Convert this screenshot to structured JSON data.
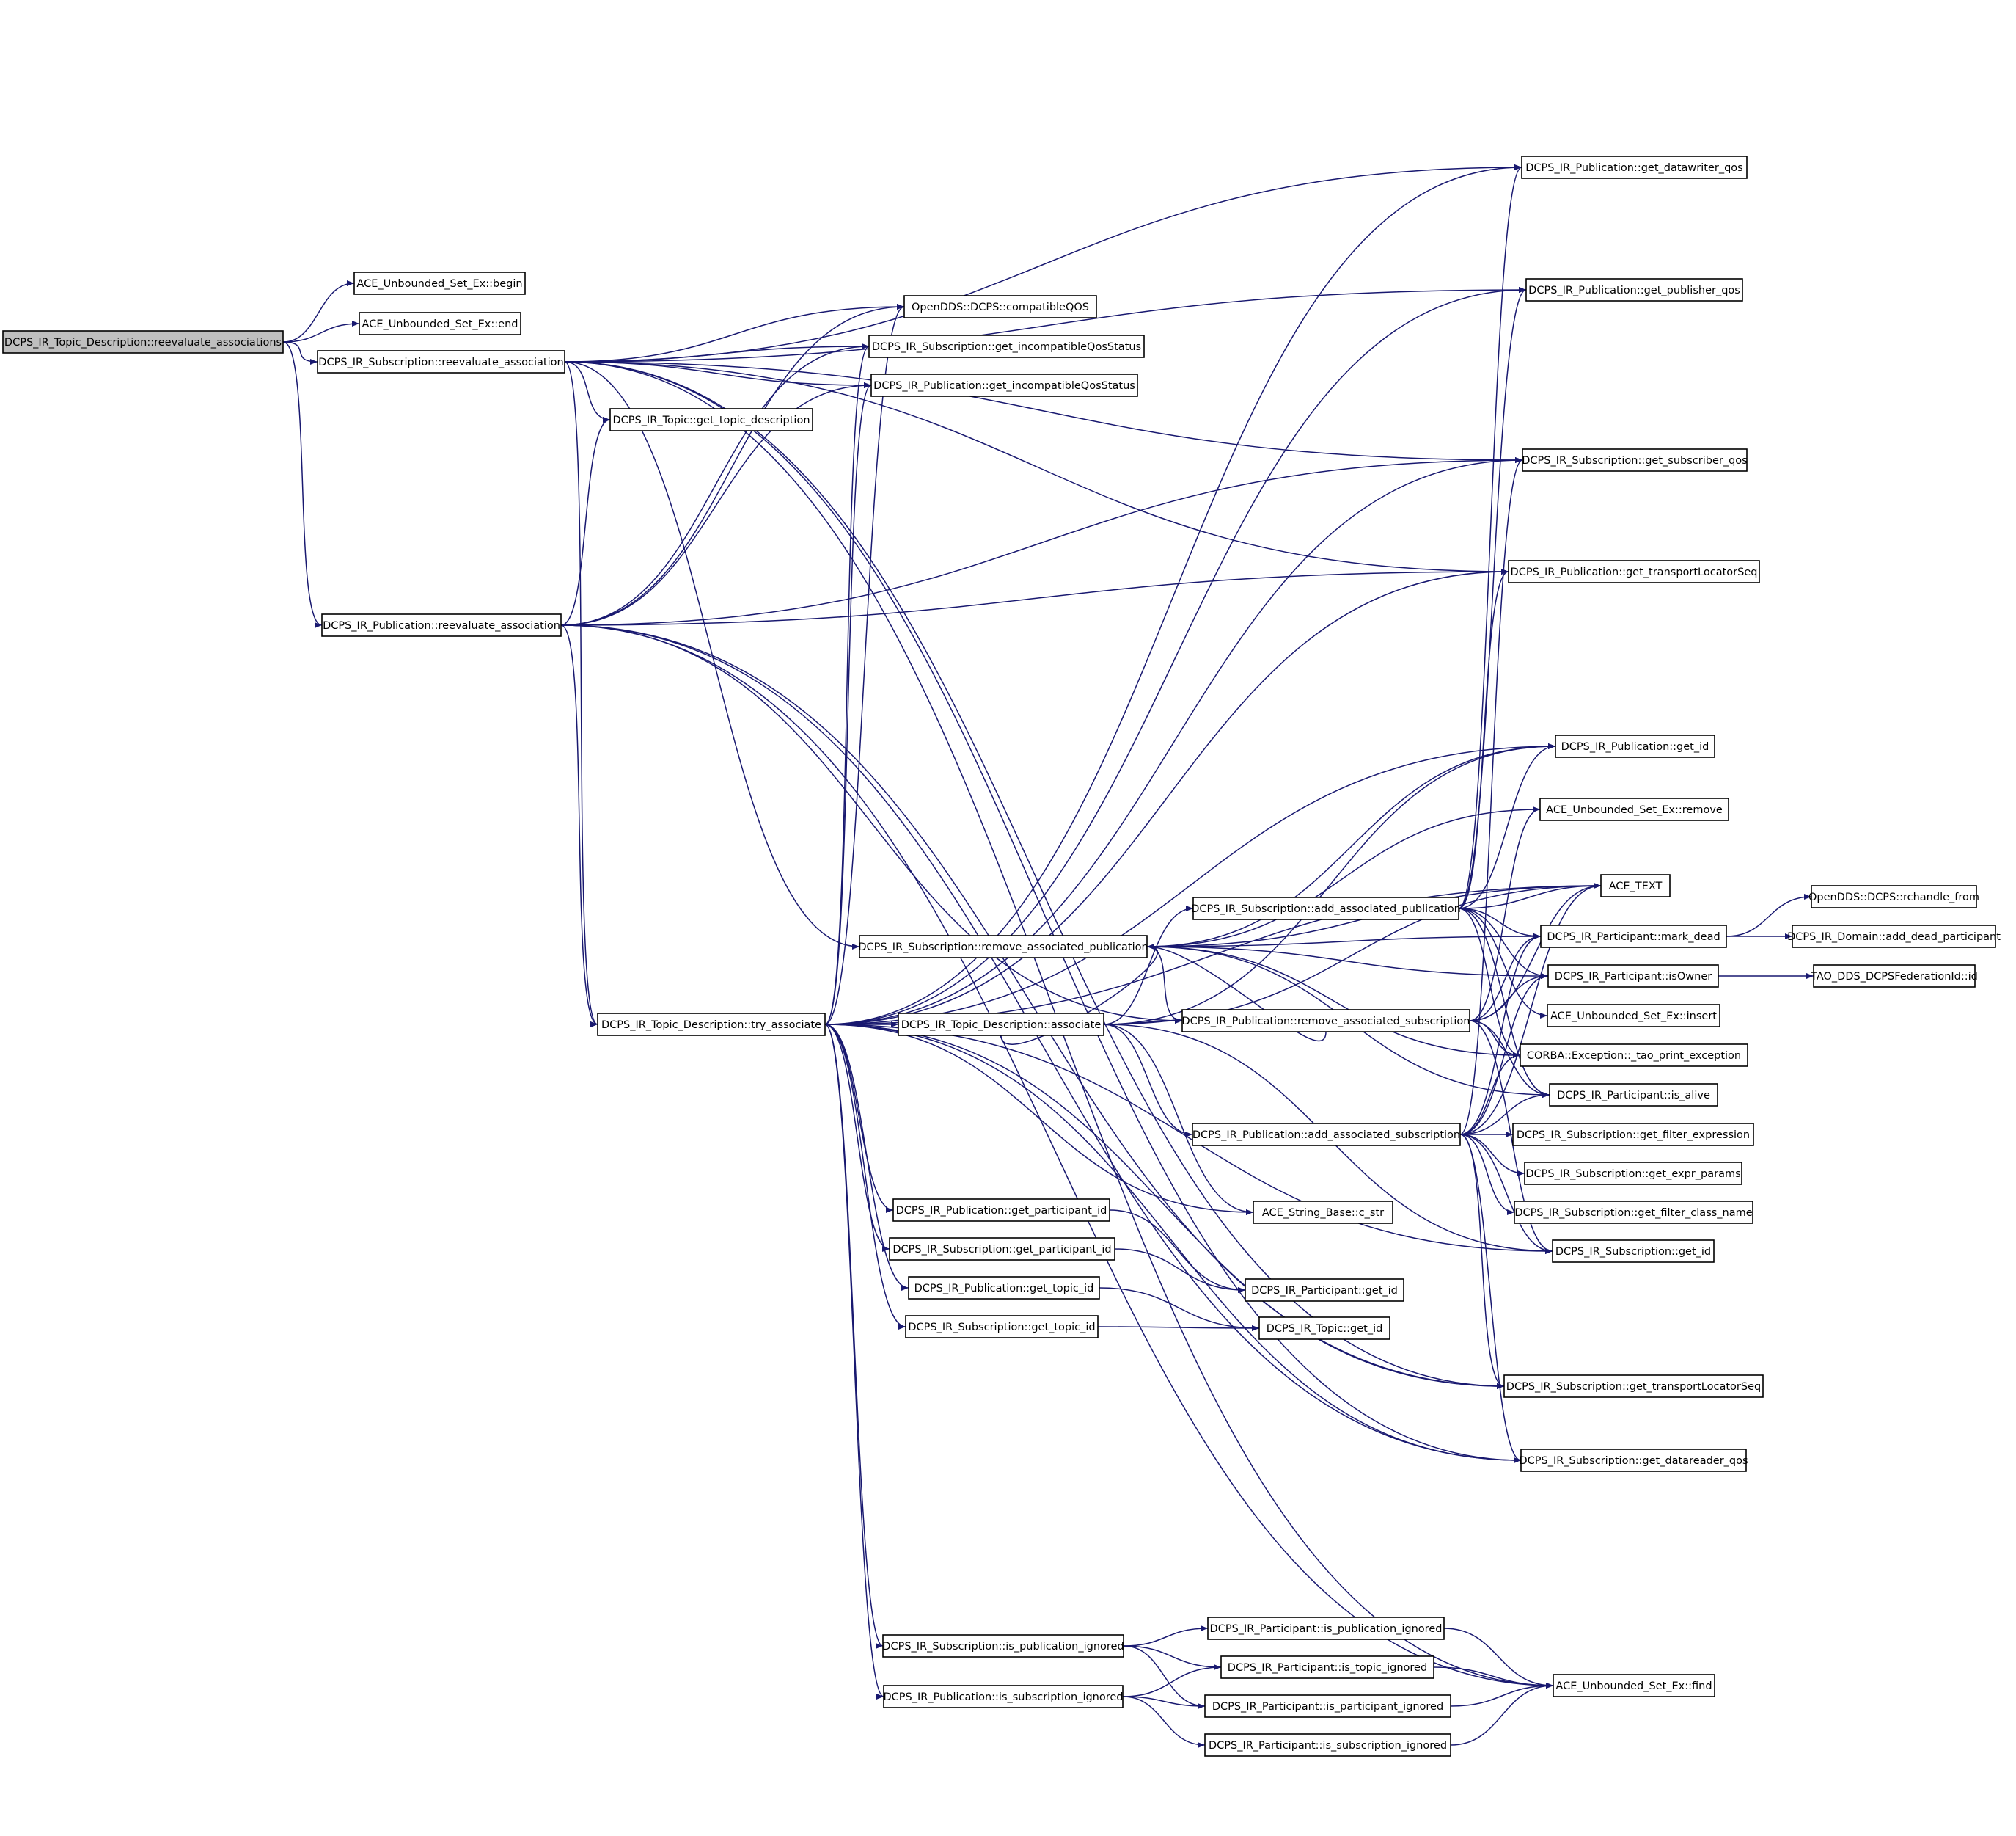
{
  "diagram": {
    "type": "call-graph",
    "colors": {
      "edge": "#191970",
      "node_border": "#000000",
      "node_fill": "#ffffff",
      "root_fill": "#bfbfbf"
    },
    "nodes": [
      {
        "id": "root",
        "label": "DCPS_IR_Topic_Description::reevaluate_associations",
        "root": true
      },
      {
        "id": "begin",
        "label": "ACE_Unbounded_Set_Ex::begin"
      },
      {
        "id": "end",
        "label": "ACE_Unbounded_Set_Ex::end"
      },
      {
        "id": "sub_reeval",
        "label": "DCPS_IR_Subscription::reevaluate_association"
      },
      {
        "id": "pub_reeval",
        "label": "DCPS_IR_Publication::reevaluate_association"
      },
      {
        "id": "compatQOS",
        "label": "OpenDDS::DCPS::compatibleQOS"
      },
      {
        "id": "sub_incompat",
        "label": "DCPS_IR_Subscription::get_incompatibleQosStatus"
      },
      {
        "id": "pub_incompat",
        "label": "DCPS_IR_Publication::get_incompatibleQosStatus"
      },
      {
        "id": "topic_desc",
        "label": "DCPS_IR_Topic::get_topic_description"
      },
      {
        "id": "try_assoc",
        "label": "DCPS_IR_Topic_Description::try_associate"
      },
      {
        "id": "td_assoc",
        "label": "DCPS_IR_Topic_Description::associate"
      },
      {
        "id": "sub_rem_pub",
        "label": "DCPS_IR_Subscription::remove_associated_publication"
      },
      {
        "id": "sub_add_pub",
        "label": "DCPS_IR_Subscription::add_associated_publication"
      },
      {
        "id": "pub_rem_sub",
        "label": "DCPS_IR_Publication::remove_associated_subscription"
      },
      {
        "id": "pub_add_sub",
        "label": "DCPS_IR_Publication::add_associated_subscription"
      },
      {
        "id": "pub_part_id",
        "label": "DCPS_IR_Publication::get_participant_id"
      },
      {
        "id": "sub_part_id",
        "label": "DCPS_IR_Subscription::get_participant_id"
      },
      {
        "id": "pub_topic_id",
        "label": "DCPS_IR_Publication::get_topic_id"
      },
      {
        "id": "sub_topic_id",
        "label": "DCPS_IR_Subscription::get_topic_id"
      },
      {
        "id": "cstr",
        "label": "ACE_String_Base::c_str"
      },
      {
        "id": "part_get_id",
        "label": "DCPS_IR_Participant::get_id"
      },
      {
        "id": "topic_get_id",
        "label": "DCPS_IR_Topic::get_id"
      },
      {
        "id": "sub_pub_ign",
        "label": "DCPS_IR_Subscription::is_publication_ignored"
      },
      {
        "id": "pub_sub_ign",
        "label": "DCPS_IR_Publication::is_subscription_ignored"
      },
      {
        "id": "p_pub_ign",
        "label": "DCPS_IR_Participant::is_publication_ignored"
      },
      {
        "id": "p_topic_ign",
        "label": "DCPS_IR_Participant::is_topic_ignored"
      },
      {
        "id": "p_part_ign",
        "label": "DCPS_IR_Participant::is_participant_ignored"
      },
      {
        "id": "p_sub_ign",
        "label": "DCPS_IR_Participant::is_subscription_ignored"
      },
      {
        "id": "find",
        "label": "ACE_Unbounded_Set_Ex::find"
      },
      {
        "id": "dw_qos",
        "label": "DCPS_IR_Publication::get_datawriter_qos"
      },
      {
        "id": "pubr_qos",
        "label": "DCPS_IR_Publication::get_publisher_qos"
      },
      {
        "id": "subr_qos",
        "label": "DCPS_IR_Subscription::get_subscriber_qos"
      },
      {
        "id": "pub_tls",
        "label": "DCPS_IR_Publication::get_transportLocatorSeq"
      },
      {
        "id": "pub_id",
        "label": "DCPS_IR_Publication::get_id"
      },
      {
        "id": "set_remove",
        "label": "ACE_Unbounded_Set_Ex::remove"
      },
      {
        "id": "ace_text",
        "label": "ACE_TEXT"
      },
      {
        "id": "mark_dead",
        "label": "DCPS_IR_Participant::mark_dead"
      },
      {
        "id": "is_owner",
        "label": "DCPS_IR_Participant::isOwner"
      },
      {
        "id": "set_insert",
        "label": "ACE_Unbounded_Set_Ex::insert"
      },
      {
        "id": "corba_ex",
        "label": "CORBA::Exception::_tao_print_exception"
      },
      {
        "id": "is_alive",
        "label": "DCPS_IR_Participant::is_alive"
      },
      {
        "id": "filt_expr",
        "label": "DCPS_IR_Subscription::get_filter_expression"
      },
      {
        "id": "expr_params",
        "label": "DCPS_IR_Subscription::get_expr_params"
      },
      {
        "id": "filt_class",
        "label": "DCPS_IR_Subscription::get_filter_class_name"
      },
      {
        "id": "sub_id",
        "label": "DCPS_IR_Subscription::get_id"
      },
      {
        "id": "sub_tls",
        "label": "DCPS_IR_Subscription::get_transportLocatorSeq"
      },
      {
        "id": "dr_qos",
        "label": "DCPS_IR_Subscription::get_datareader_qos"
      },
      {
        "id": "rchandle",
        "label": "OpenDDS::DCPS::rchandle_from"
      },
      {
        "id": "add_dead",
        "label": "DCPS_IR_Domain::add_dead_participant"
      },
      {
        "id": "fed_id",
        "label": "TAO_DDS_DCPSFederationId::id"
      }
    ],
    "edges": [
      [
        "root",
        "begin"
      ],
      [
        "root",
        "end"
      ],
      [
        "root",
        "sub_reeval"
      ],
      [
        "root",
        "pub_reeval"
      ],
      [
        "sub_reeval",
        "dw_qos"
      ],
      [
        "sub_reeval",
        "pubr_qos"
      ],
      [
        "sub_reeval",
        "subr_qos"
      ],
      [
        "sub_reeval",
        "compatQOS"
      ],
      [
        "sub_reeval",
        "sub_incompat"
      ],
      [
        "sub_reeval",
        "pub_incompat"
      ],
      [
        "sub_reeval",
        "topic_desc"
      ],
      [
        "sub_reeval",
        "pub_tls"
      ],
      [
        "sub_reeval",
        "sub_rem_pub"
      ],
      [
        "sub_reeval",
        "try_assoc"
      ],
      [
        "sub_reeval",
        "find"
      ],
      [
        "sub_reeval",
        "sub_tls"
      ],
      [
        "sub_reeval",
        "dr_qos"
      ],
      [
        "pub_reeval",
        "compatQOS"
      ],
      [
        "pub_reeval",
        "sub_incompat"
      ],
      [
        "pub_reeval",
        "pub_incompat"
      ],
      [
        "pub_reeval",
        "topic_desc"
      ],
      [
        "pub_reeval",
        "subr_qos"
      ],
      [
        "pub_reeval",
        "pub_tls"
      ],
      [
        "pub_reeval",
        "pub_rem_sub"
      ],
      [
        "pub_reeval",
        "try_assoc"
      ],
      [
        "pub_reeval",
        "find"
      ],
      [
        "pub_reeval",
        "sub_tls"
      ],
      [
        "pub_reeval",
        "dr_qos"
      ],
      [
        "try_assoc",
        "compatQOS"
      ],
      [
        "try_assoc",
        "sub_incompat"
      ],
      [
        "try_assoc",
        "pub_incompat"
      ],
      [
        "try_assoc",
        "dw_qos"
      ],
      [
        "try_assoc",
        "pubr_qos"
      ],
      [
        "try_assoc",
        "subr_qos"
      ],
      [
        "try_assoc",
        "pub_tls"
      ],
      [
        "try_assoc",
        "pub_id"
      ],
      [
        "try_assoc",
        "ace_text"
      ],
      [
        "try_assoc",
        "td_assoc"
      ],
      [
        "try_assoc",
        "cstr"
      ],
      [
        "try_assoc",
        "sub_id"
      ],
      [
        "try_assoc",
        "pub_part_id"
      ],
      [
        "try_assoc",
        "sub_part_id"
      ],
      [
        "try_assoc",
        "pub_topic_id"
      ],
      [
        "try_assoc",
        "sub_topic_id"
      ],
      [
        "try_assoc",
        "sub_tls"
      ],
      [
        "try_assoc",
        "dr_qos"
      ],
      [
        "try_assoc",
        "sub_pub_ign"
      ],
      [
        "try_assoc",
        "pub_sub_ign"
      ],
      [
        "td_assoc",
        "sub_add_pub"
      ],
      [
        "td_assoc",
        "pub_add_sub"
      ],
      [
        "td_assoc",
        "sub_rem_pub"
      ],
      [
        "td_assoc",
        "pub_rem_sub"
      ],
      [
        "td_assoc",
        "ace_text"
      ],
      [
        "td_assoc",
        "pub_id"
      ],
      [
        "td_assoc",
        "cstr"
      ],
      [
        "td_assoc",
        "sub_id"
      ],
      [
        "sub_rem_pub",
        "pub_id"
      ],
      [
        "sub_rem_pub",
        "set_remove"
      ],
      [
        "sub_rem_pub",
        "ace_text"
      ],
      [
        "sub_rem_pub",
        "mark_dead"
      ],
      [
        "sub_rem_pub",
        "is_owner"
      ],
      [
        "sub_rem_pub",
        "corba_ex"
      ],
      [
        "sub_rem_pub",
        "is_alive"
      ],
      [
        "sub_rem_pub",
        "pub_rem_sub"
      ],
      [
        "sub_add_pub",
        "dw_qos"
      ],
      [
        "sub_add_pub",
        "pubr_qos"
      ],
      [
        "sub_add_pub",
        "pub_tls"
      ],
      [
        "sub_add_pub",
        "pub_id"
      ],
      [
        "sub_add_pub",
        "ace_text"
      ],
      [
        "sub_add_pub",
        "mark_dead"
      ],
      [
        "sub_add_pub",
        "is_owner"
      ],
      [
        "sub_add_pub",
        "set_insert"
      ],
      [
        "sub_add_pub",
        "corba_ex"
      ],
      [
        "sub_add_pub",
        "is_alive"
      ],
      [
        "pub_rem_sub",
        "set_remove"
      ],
      [
        "pub_rem_sub",
        "ace_text"
      ],
      [
        "pub_rem_sub",
        "mark_dead"
      ],
      [
        "pub_rem_sub",
        "is_owner"
      ],
      [
        "pub_rem_sub",
        "corba_ex"
      ],
      [
        "pub_rem_sub",
        "is_alive"
      ],
      [
        "pub_rem_sub",
        "sub_id"
      ],
      [
        "pub_rem_sub",
        "sub_rem_pub"
      ],
      [
        "pub_add_sub",
        "subr_qos"
      ],
      [
        "pub_add_sub",
        "ace_text"
      ],
      [
        "pub_add_sub",
        "mark_dead"
      ],
      [
        "pub_add_sub",
        "is_owner"
      ],
      [
        "pub_add_sub",
        "corba_ex"
      ],
      [
        "pub_add_sub",
        "is_alive"
      ],
      [
        "pub_add_sub",
        "filt_expr"
      ],
      [
        "pub_add_sub",
        "expr_params"
      ],
      [
        "pub_add_sub",
        "filt_class"
      ],
      [
        "pub_add_sub",
        "sub_id"
      ],
      [
        "pub_add_sub",
        "sub_tls"
      ],
      [
        "pub_add_sub",
        "dr_qos"
      ],
      [
        "pub_part_id",
        "part_get_id"
      ],
      [
        "sub_part_id",
        "part_get_id"
      ],
      [
        "pub_topic_id",
        "topic_get_id"
      ],
      [
        "sub_topic_id",
        "topic_get_id"
      ],
      [
        "sub_pub_ign",
        "p_pub_ign"
      ],
      [
        "sub_pub_ign",
        "p_topic_ign"
      ],
      [
        "sub_pub_ign",
        "p_part_ign"
      ],
      [
        "pub_sub_ign",
        "p_topic_ign"
      ],
      [
        "pub_sub_ign",
        "p_part_ign"
      ],
      [
        "pub_sub_ign",
        "p_sub_ign"
      ],
      [
        "p_pub_ign",
        "find"
      ],
      [
        "p_topic_ign",
        "find"
      ],
      [
        "p_part_ign",
        "find"
      ],
      [
        "p_sub_ign",
        "find"
      ],
      [
        "mark_dead",
        "rchandle"
      ],
      [
        "mark_dead",
        "add_dead"
      ],
      [
        "is_owner",
        "fed_id"
      ]
    ]
  }
}
